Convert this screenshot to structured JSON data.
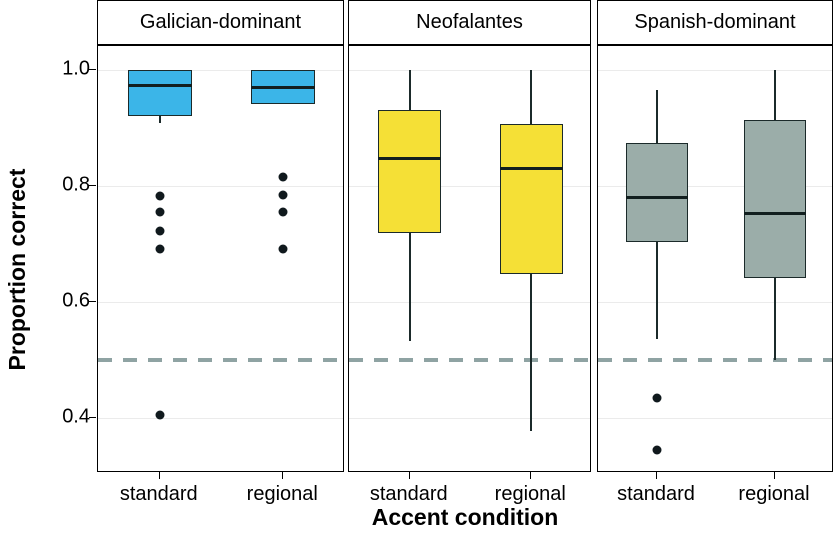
{
  "chart_data": {
    "type": "box",
    "title": "",
    "xlabel": "Accent condition",
    "ylabel": "Proportion correct",
    "ylim": [
      0.31,
      1.038
    ],
    "yticks": [
      1.0,
      0.8,
      0.6,
      0.4
    ],
    "ytick_labels": [
      "1.0",
      "0.8",
      "0.6",
      "0.4"
    ],
    "grid": true,
    "legend": "none",
    "reference_line": {
      "y": 0.5,
      "style": "dashed",
      "color": "#8fa3a3",
      "label": ""
    },
    "categories": [
      "standard",
      "regional"
    ],
    "panels": [
      {
        "label": "Galician-dominant",
        "fill_color": "#3bb5e8",
        "boxes": [
          {
            "category": "standard",
            "whisker_low": 0.908,
            "q1": 0.921,
            "median": 0.974,
            "q3": 1.0,
            "whisker_high": 1.0,
            "outliers": [
              0.782,
              0.755,
              0.722,
              0.691,
              0.405
            ]
          },
          {
            "category": "regional",
            "whisker_low": 0.941,
            "q1": 0.941,
            "median": 0.969,
            "q3": 1.0,
            "whisker_high": 1.0,
            "outliers": [
              0.815,
              0.784,
              0.755,
              0.691
            ]
          }
        ]
      },
      {
        "label": "Neofalantes",
        "fill_color": "#f5e036",
        "boxes": [
          {
            "category": "standard",
            "whisker_low": 0.533,
            "q1": 0.719,
            "median": 0.848,
            "q3": 0.931,
            "whisker_high": 1.0,
            "outliers": []
          },
          {
            "category": "regional",
            "whisker_low": 0.378,
            "q1": 0.648,
            "median": 0.83,
            "q3": 0.907,
            "whisker_high": 1.0,
            "outliers": []
          }
        ]
      },
      {
        "label": "Spanish-dominant",
        "fill_color": "#9bada9",
        "boxes": [
          {
            "category": "standard",
            "whisker_low": 0.536,
            "q1": 0.703,
            "median": 0.781,
            "q3": 0.875,
            "whisker_high": 0.966,
            "outliers": [
              0.434,
              0.345
            ]
          },
          {
            "category": "regional",
            "whisker_low": 0.5,
            "q1": 0.641,
            "median": 0.752,
            "q3": 0.914,
            "whisker_high": 1.0,
            "outliers": []
          }
        ]
      }
    ]
  }
}
